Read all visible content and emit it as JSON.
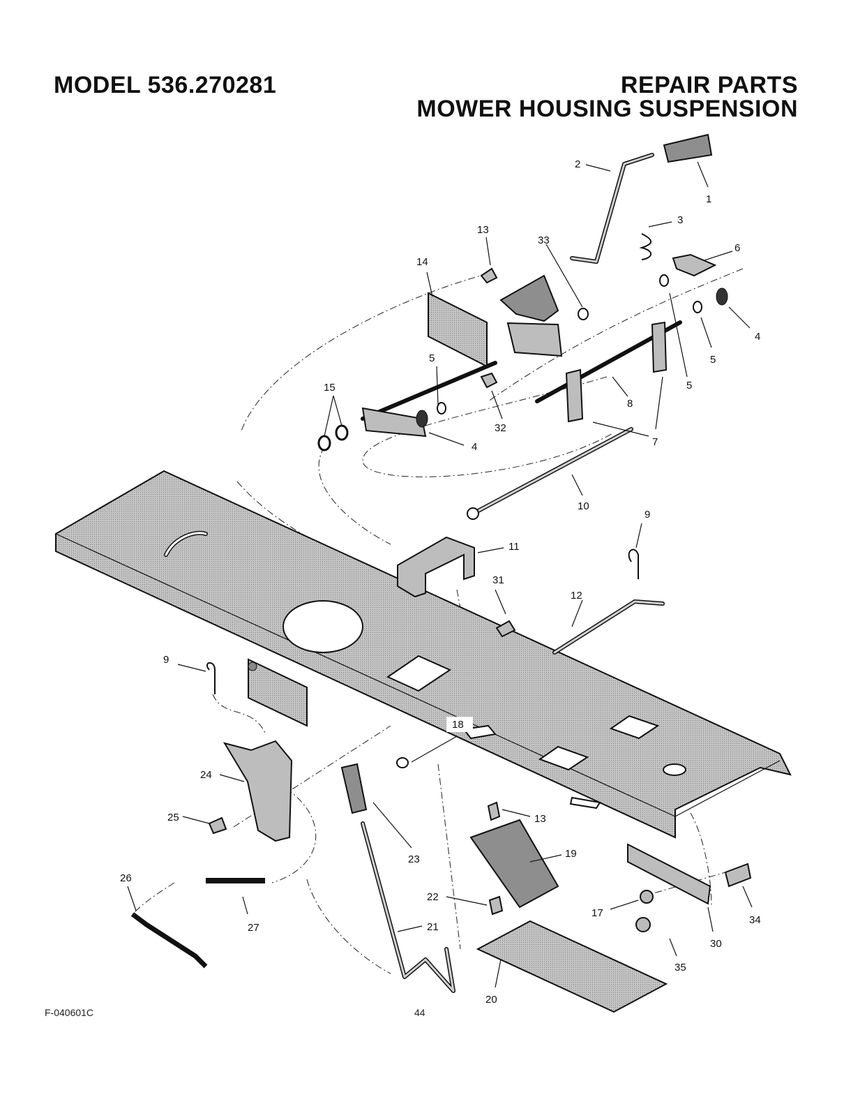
{
  "header": {
    "model": "MODEL 536.270281",
    "repair": "REPAIR PARTS",
    "section": "MOWER HOUSING SUSPENSION"
  },
  "footer": {
    "figure_code": "F-040601C",
    "page": "44"
  },
  "callouts": {
    "c1": "1",
    "c2": "2",
    "c3": "3",
    "c4a": "4",
    "c4b": "4",
    "c5a": "5",
    "c5b": "5",
    "c5c": "5",
    "c6": "6",
    "c7a": "7",
    "c8": "8",
    "c9a": "9",
    "c9b": "9",
    "c10": "10",
    "c11": "11",
    "c12": "12",
    "c13a": "13",
    "c13b": "13",
    "c14": "14",
    "c15": "15",
    "c17": "17",
    "c18": "18",
    "c19": "19",
    "c20": "20",
    "c21": "21",
    "c22": "22",
    "c23": "23",
    "c24": "24",
    "c25": "25",
    "c26": "26",
    "c27": "27",
    "c30": "30",
    "c31": "31",
    "c32": "32",
    "c33": "33",
    "c34": "34",
    "c35": "35"
  }
}
